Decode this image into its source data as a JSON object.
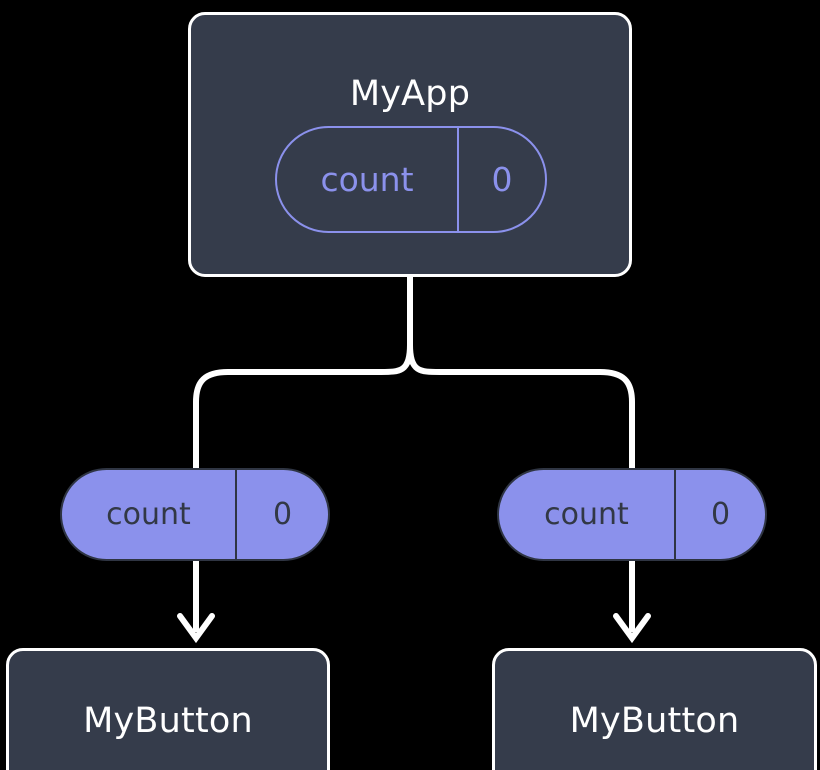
{
  "diagram": {
    "background_color": "#000000",
    "node_fill_color": "#353c4b",
    "node_border_color": "#ffffff",
    "accent_color": "#8b91ec",
    "pill_text_color": "#323845",
    "connector_color": "#ffffff",
    "root": {
      "title": "MyApp",
      "state_pill": {
        "key": "count",
        "value": "0"
      }
    },
    "state_chips": [
      {
        "key": "count",
        "value": "0"
      },
      {
        "key": "count",
        "value": "0"
      }
    ],
    "leaves": [
      {
        "title": "MyButton"
      },
      {
        "title": "MyButton"
      }
    ]
  }
}
